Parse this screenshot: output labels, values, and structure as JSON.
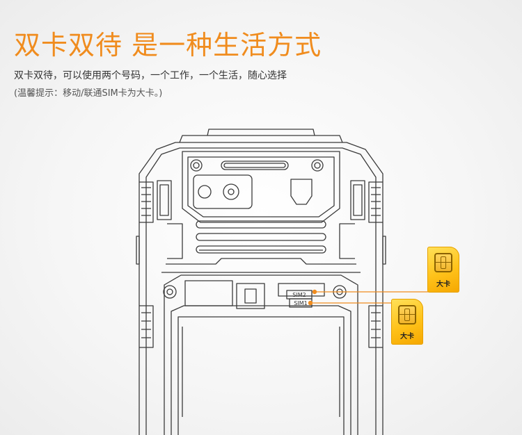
{
  "header": {
    "title": "双卡双待 是一种生活方式",
    "subtitle": "双卡双待，可以使用两个号码，一个工作，一个生活，随心选择",
    "note": "(温馨提示：移动/联通SIM卡为大卡。)"
  },
  "slots": {
    "sim2_label": "SIM2",
    "sim1_label": "SIM1"
  },
  "sim_cards": [
    {
      "label": "大卡"
    },
    {
      "label": "大卡"
    }
  ],
  "colors": {
    "accent": "#f08c1e",
    "line": "#3a3a3a",
    "sim_gold": "#ffc21a"
  }
}
